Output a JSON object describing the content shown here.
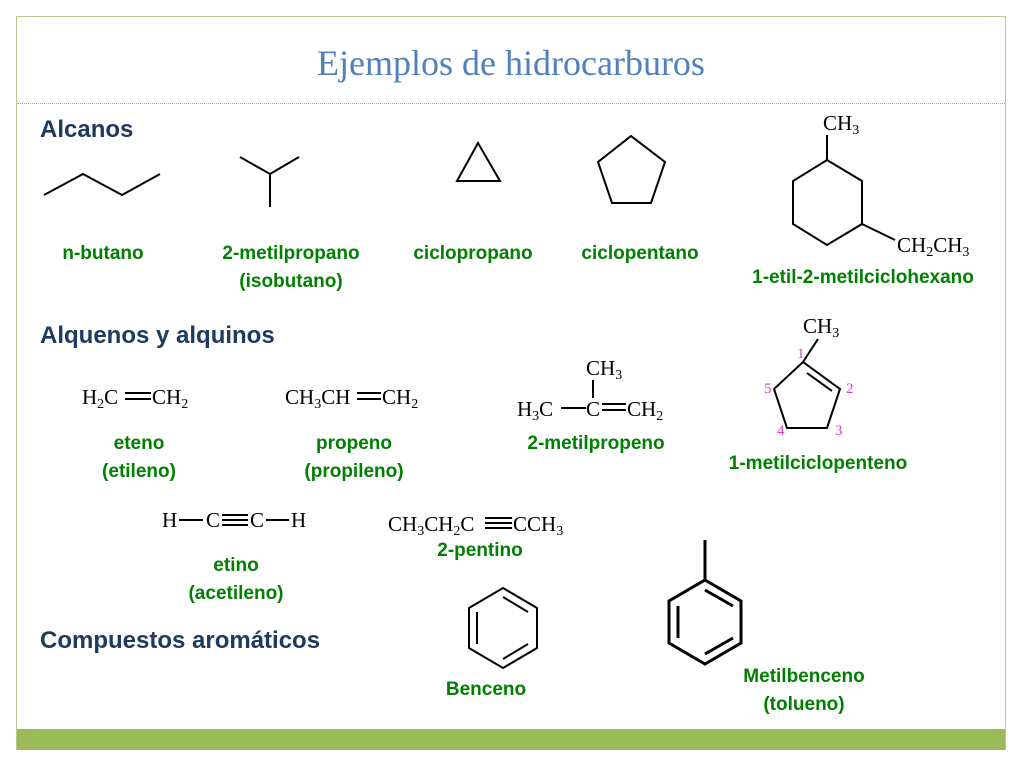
{
  "title": "Ejemplos de hidrocarburos",
  "sections": {
    "alcanos": "Alcanos",
    "alquenos": "Alquenos y alquinos",
    "aromaticos": "Compuestos aromáticos"
  },
  "compounds": {
    "butano": "n-butano",
    "metilpropano_1": "2-metilpropano",
    "metilpropano_2": "(isobutano)",
    "ciclopropano": "ciclopropano",
    "ciclopentano": "ciclopentano",
    "etilmetilciclohexano": "1-etil-2-metilciclohexano",
    "eteno_1": "eteno",
    "eteno_2": "(etileno)",
    "propeno_1": "propeno",
    "propeno_2": "(propileno)",
    "metilpropeno": "2-metilpropeno",
    "metilciclopenteno": "1-metilciclopenteno",
    "etino_1": "etino",
    "etino_2": "(acetileno)",
    "pentino": "2-pentino",
    "benceno": "Benceno",
    "tolueno_1": "Metilbenceno",
    "tolueno_2": "(tolueno)"
  },
  "atoms": {
    "ch3": "CH",
    "ch2": "CH",
    "h": "H",
    "c": "C",
    "ch": "CH",
    "sub2": "2",
    "sub3": "3"
  },
  "ring_numbers": [
    "1",
    "2",
    "3",
    "4",
    "5"
  ],
  "colors": {
    "title": "#4f81bd",
    "heading": "#1f3a60",
    "label": "#008000",
    "numbers": "#e040c0",
    "accent": "#9bbb59"
  }
}
